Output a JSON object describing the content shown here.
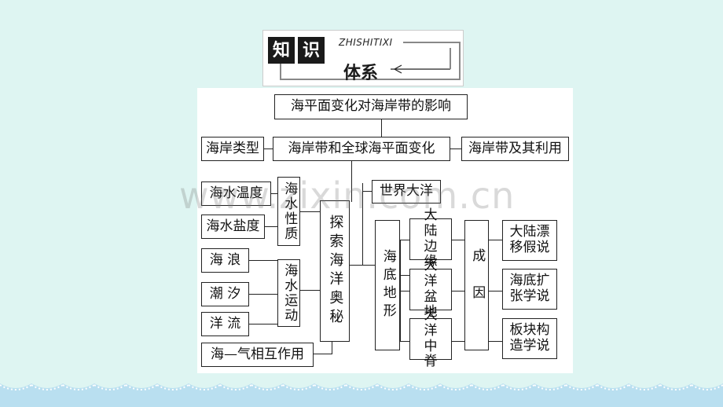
{
  "header": {
    "left_chars": [
      "知",
      "识"
    ],
    "right_chars": "体系",
    "english": "ZHISHITIXI"
  },
  "watermark": "www.zixin.com.cn",
  "diagram": {
    "title": "海平面变化对海岸带的影响",
    "row2": {
      "left": "海岸类型",
      "center": "海岸带和全球海平面变化",
      "right": "海岸带及其利用"
    },
    "left_boxes": [
      "海水温度",
      "海水盐度",
      "海  浪",
      "潮  汐",
      "洋  流"
    ],
    "air_sea": "海—气相互作用",
    "nature": "海水性质",
    "motion": "海水运动",
    "explore": "探索海洋奥秘",
    "world_ocean": "世界大洋",
    "seabed": "海底地形",
    "landforms": [
      "大陆边缘",
      "大洋盆地",
      "大洋中脊"
    ],
    "cause": "成因",
    "theories": [
      "大陆漂移假说",
      "海底扩张学说",
      "板块构造学说"
    ]
  },
  "colors": {
    "background": "#def5f2",
    "scallop": "#a8d4ea"
  }
}
